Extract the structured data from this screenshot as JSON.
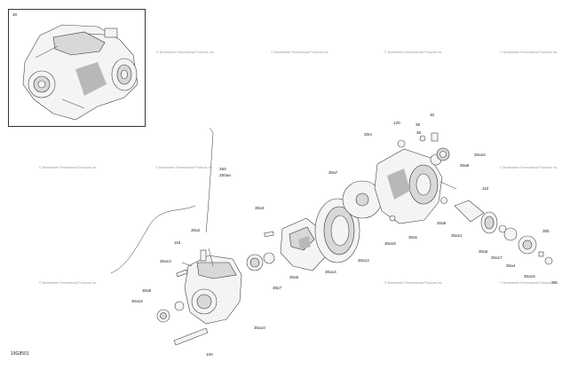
{
  "figure_code": "19G8501",
  "inset_label": "30",
  "watermark": "© Bombardier Recreational Products Inc.",
  "labels": [
    {
      "text": "30"
    },
    {
      "text": "120"
    },
    {
      "text": "35"
    },
    {
      "text": "36"
    },
    {
      "text": "30m"
    },
    {
      "text": "30a16"
    },
    {
      "text": "30a9"
    },
    {
      "text": "30a7"
    },
    {
      "text": "110"
    },
    {
      "text": "30a8"
    },
    {
      "text": "30a11"
    },
    {
      "text": "30a6"
    },
    {
      "text": "30a17"
    },
    {
      "text": "30b"
    },
    {
      "text": "30a4"
    },
    {
      "text": "30a15"
    },
    {
      "text": "30c"
    },
    {
      "text": "30a1"
    },
    {
      "text": "30a16"
    },
    {
      "text": "30a12"
    },
    {
      "text": "30a14"
    },
    {
      "text": "30a5"
    },
    {
      "text": "30p7"
    },
    {
      "text": "30a3"
    },
    {
      "text": "30a2"
    },
    {
      "text": "30a13"
    },
    {
      "text": "115"
    },
    {
      "text": "30a6"
    },
    {
      "text": "30a18"
    },
    {
      "text": "30a10"
    },
    {
      "text": "100"
    },
    {
      "text": "250"
    },
    {
      "text": "250aa"
    }
  ]
}
